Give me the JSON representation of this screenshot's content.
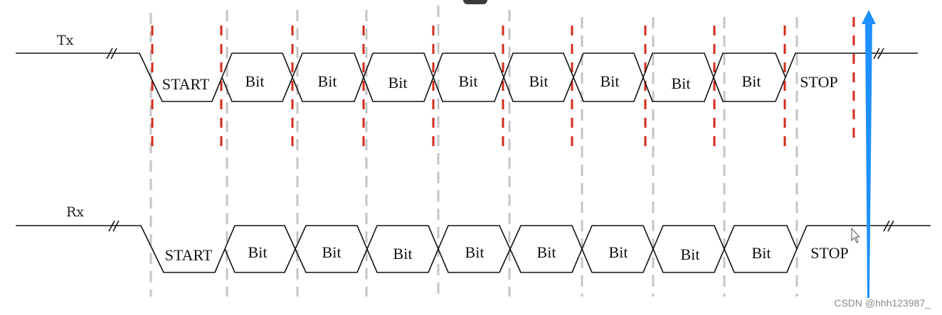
{
  "tx": {
    "label": "Tx",
    "fields": [
      "START",
      "Bit",
      "Bit",
      "Bit",
      "Bit",
      "Bit",
      "Bit",
      "Bit",
      "Bit",
      "STOP"
    ]
  },
  "rx": {
    "label": "Rx",
    "fields": [
      "START",
      "Bit",
      "Bit",
      "Bit",
      "Bit",
      "Bit",
      "Bit",
      "Bit",
      "Bit",
      "STOP"
    ]
  },
  "watermark": "CSDN @hhh123987_",
  "colors": {
    "wave": "#111111",
    "guide_gray": "#c4c4c4",
    "guide_red": "#d42a1a",
    "arrow_blue": "#1e90ff",
    "top_tab": "#3a3a3a"
  }
}
